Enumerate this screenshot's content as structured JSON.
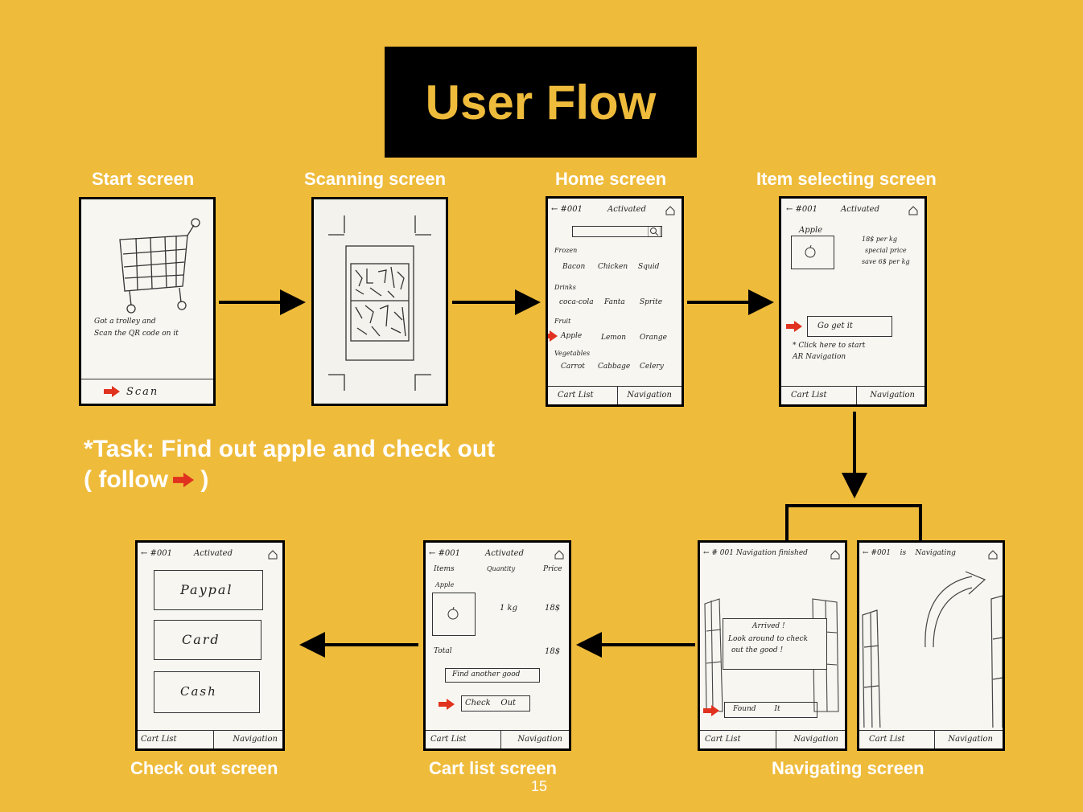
{
  "title": "User Flow",
  "labels": {
    "start": "Start screen",
    "scanning": "Scanning screen",
    "home": "Home screen",
    "item": "Item selecting screen",
    "checkout": "Check out screen",
    "cart": "Cart list screen",
    "navigating": "Navigating screen"
  },
  "task": {
    "line1": "*Task: Find out apple and check out",
    "line2_prefix": "( follow",
    "line2_suffix": " )"
  },
  "page_number": "15",
  "colors": {
    "background": "#EFBB3B",
    "title_box": "#000000",
    "title_text": "#EFBB3B",
    "arrow_red": "#E0321E"
  },
  "start_screen": {
    "caption1": "Got  a  trolley  and",
    "caption2": "Scan  the  QR  code  on  it",
    "scan": "Scan",
    "icon": "trolley-sketch-icon"
  },
  "home_screen": {
    "header_left": "← #001",
    "header_center": "Activated",
    "sections": [
      {
        "name": "Frozen",
        "items": [
          "Bacon",
          "Chicken",
          "Squid"
        ]
      },
      {
        "name": "Drinks",
        "items": [
          "coca-cola",
          "Fanta",
          "Sprite"
        ]
      },
      {
        "name": "Fruit",
        "items": [
          "Apple",
          "Lemon",
          "Orange"
        ]
      },
      {
        "name": "Vegetables",
        "items": [
          "Carrot",
          "Cabbage",
          "Celery"
        ]
      }
    ],
    "bar_left": "Cart  List",
    "bar_right": "Navigation"
  },
  "item_screen": {
    "header_left": "← #001",
    "header_center": "Activated",
    "item_name": "Apple",
    "price1": "18$  per kg",
    "price2": "special  price",
    "price3": "save 6$ per kg",
    "go_button": "Go  get  it",
    "hint1": "* Click  here  to  start",
    "hint2": "AR  Navigation",
    "bar_left": "Cart  List",
    "bar_right": "Navigation"
  },
  "nav_finished_screen": {
    "header": "← # 001   Navigation finished",
    "msg1": "Arrived !",
    "msg2": "Look  around  to  check",
    "msg3": "out  the  good !",
    "found_button": "Found        It",
    "bar_left": "Cart  List",
    "bar_right": "Navigation"
  },
  "navigating_screen": {
    "header": "← #001    is    Navigating",
    "bar_left": "Cart  List",
    "bar_right": "Navigation"
  },
  "cart_screen": {
    "header_left": "← #001",
    "header_center": "Activated",
    "col_items": "Items",
    "col_qty": "Quantity",
    "col_price": "Price",
    "item": "Apple",
    "qty": "1 kg",
    "price": "18$",
    "total_label": "Total",
    "total_value": "18$",
    "find_button": "Find  another  good",
    "checkout_button": "Check    Out",
    "bar_left": "Cart  List",
    "bar_right": "Navigation"
  },
  "checkout_screen": {
    "header_left": "← #001",
    "header_center": "Activated",
    "options": [
      "Paypal",
      "Card",
      "Cash"
    ],
    "bar_left": "Cart  List",
    "bar_right": "Navigation"
  }
}
